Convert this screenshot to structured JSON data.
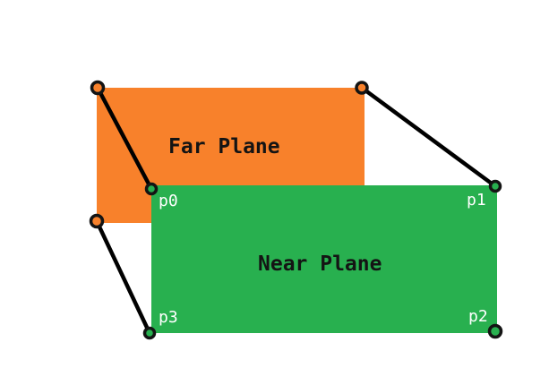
{
  "colors": {
    "far_plane": "#f8812b",
    "near_plane": "#28b04f",
    "edge": "#000000",
    "far_dot": "#f8812b",
    "near_dot": "#28b04f"
  },
  "far_plane": {
    "label": "Far Plane"
  },
  "near_plane": {
    "label": "Near Plane",
    "corners": {
      "p0": "p0",
      "p1": "p1",
      "p2": "p2",
      "p3": "p3"
    }
  }
}
